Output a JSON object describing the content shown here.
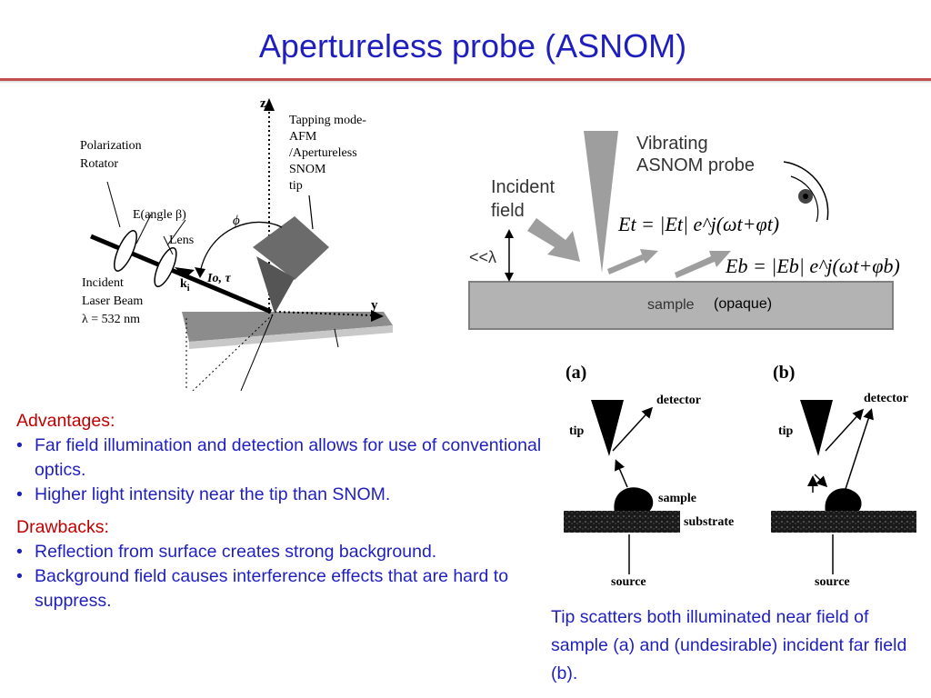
{
  "title": "Apertureless probe (ASNOM)",
  "fig1": {
    "polarization": [
      "Polarization",
      "Rotator"
    ],
    "efield": "E(angle β)",
    "lens": "Lens",
    "incident": [
      "Incident",
      "Laser Beam",
      "λ = 532 nm"
    ],
    "ki": "k",
    "ki_sub": "i",
    "io": "Io, τ",
    "phi": "ϕ",
    "z": "z",
    "y": "y",
    "tapping": [
      "Tapping mode-",
      "AFM",
      "/Apertureless",
      "SNOM",
      "tip"
    ]
  },
  "fig2": {
    "vibrating": [
      "Vibrating",
      "ASNOM probe"
    ],
    "incident": [
      "Incident",
      "field"
    ],
    "lambda": "<<λ",
    "sample": "sample",
    "opaque": "(opaque)",
    "eq_t": "Et = |Et| e^j(ωt+φt)",
    "eq_b": "Eb = |Eb| e^j(ωt+φb)"
  },
  "fig3": {
    "label_a": "(a)",
    "label_b": "(b)",
    "detector": "detector",
    "tip": "tip",
    "sample": "sample",
    "substrate": "substrate",
    "source": "source"
  },
  "advantages_heading": "Advantages:",
  "advantages": [
    "Far field illumination and detection allows for use of conventional optics.",
    "Higher light intensity near the tip than SNOM."
  ],
  "drawbacks_heading": "Drawbacks:",
  "drawbacks": [
    "Reflection from surface creates strong background.",
    "Background field causes interference effects that are hard to suppress."
  ],
  "caption": "Tip scatters both illuminated near field of sample (a) and (undesirable) incident far field (b)."
}
